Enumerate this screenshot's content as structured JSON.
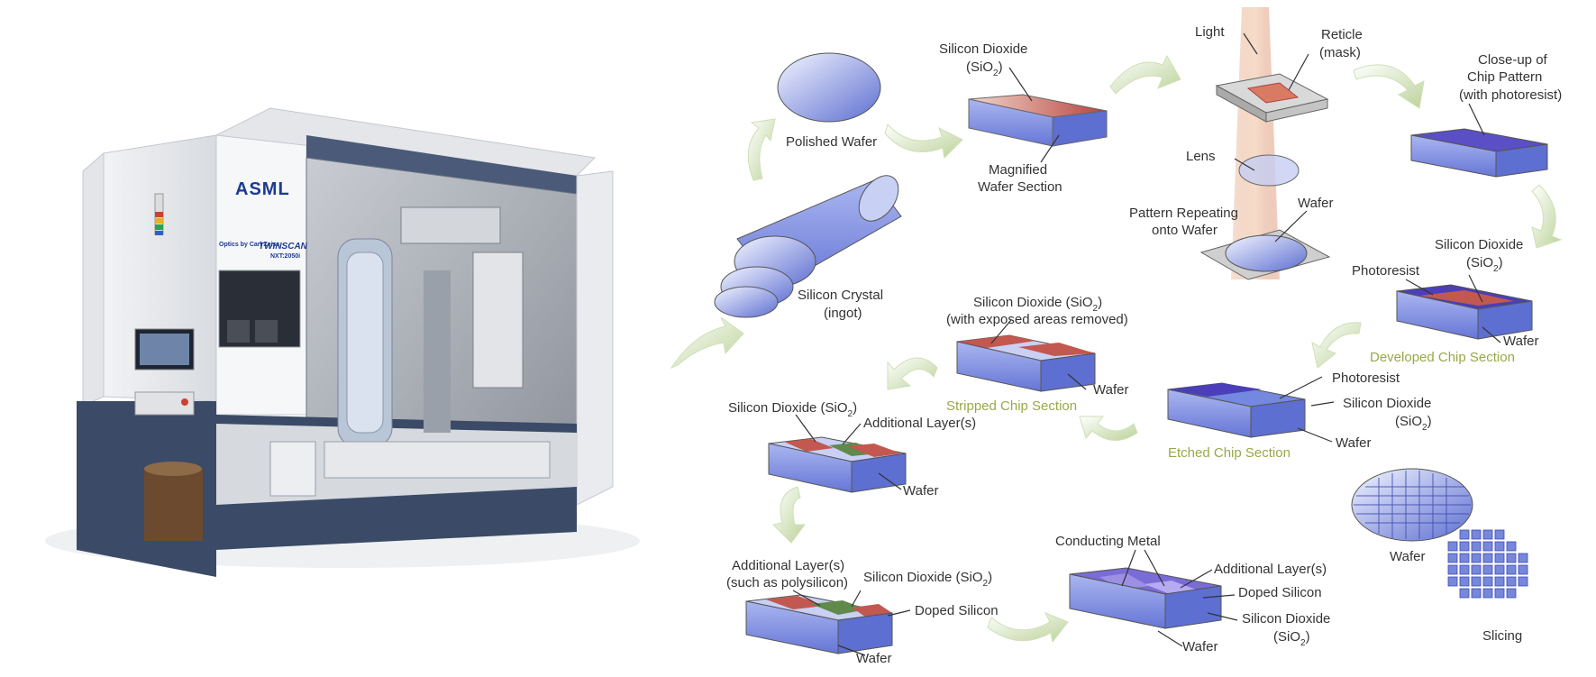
{
  "machine": {
    "logo": "ASML",
    "badge": "Optics by Carl Zeiss",
    "model": "TWINSCAN",
    "model_sub": "NXT:2050i"
  },
  "diagram": {
    "labels": {
      "polished_wafer": "Polished Wafer",
      "silicon_dioxide_1": "Silicon Dioxide",
      "silicon_dioxide_1b": "(SiO",
      "magnified_1": "Magnified",
      "magnified_2": "Wafer Section",
      "silicon_crystal": "Silicon Crystal",
      "ingot": "(ingot)",
      "light": "Light",
      "reticle": "Reticle",
      "mask": "(mask)",
      "lens": "Lens",
      "pattern_1": "Pattern Repeating",
      "pattern_2": "onto Wafer",
      "wafer_litho": "Wafer",
      "closeup_1": "Close-up of",
      "closeup_2": "Chip Pattern",
      "closeup_3": "(with photoresist)",
      "sio2_dev_1": "Silicon Dioxide",
      "sio2_dev_2": "(SiO",
      "photoresist_dev": "Photoresist",
      "wafer_dev": "Wafer",
      "developed": "Developed Chip Section",
      "sio2_strip_1": "Silicon Dioxide (SiO",
      "sio2_strip_2": "(with exposed areas removed)",
      "wafer_strip": "Wafer",
      "stripped": "Stripped Chip Section",
      "photoresist_etch": "Photoresist",
      "sio2_etch_1": "Silicon Dioxide",
      "sio2_etch_2": "(SiO",
      "wafer_etch": "Wafer",
      "etched": "Etched Chip Section",
      "sio2_add": "Silicon Dioxide (SiO",
      "additional_layers": "Additional Layer(s)",
      "wafer_add": "Wafer",
      "add_poly_1": "Additional Layer(s)",
      "add_poly_2": "(such as polysilicon)",
      "sio2_poly": "Silicon Dioxide (SiO",
      "doped_poly": "Doped Silicon",
      "wafer_poly": "Wafer",
      "conducting_metal": "Conducting Metal",
      "add_metal": "Additional Layer(s)",
      "doped_metal": "Doped Silicon",
      "sio2_metal_1": "Silicon Dioxide",
      "sio2_metal_2": "(SiO",
      "wafer_metal": "Wafer",
      "wafer_slice": "Wafer",
      "slicing": "Slicing",
      "sub2": "2",
      "close_paren": ")"
    }
  },
  "colors": {
    "wafer_blue": "#5d6fd1",
    "oxide_red": "#c2584f",
    "arrow_green": "#cfe0b8",
    "caption_green": "#9aa84a",
    "machine_navy": "#3b4a66"
  }
}
